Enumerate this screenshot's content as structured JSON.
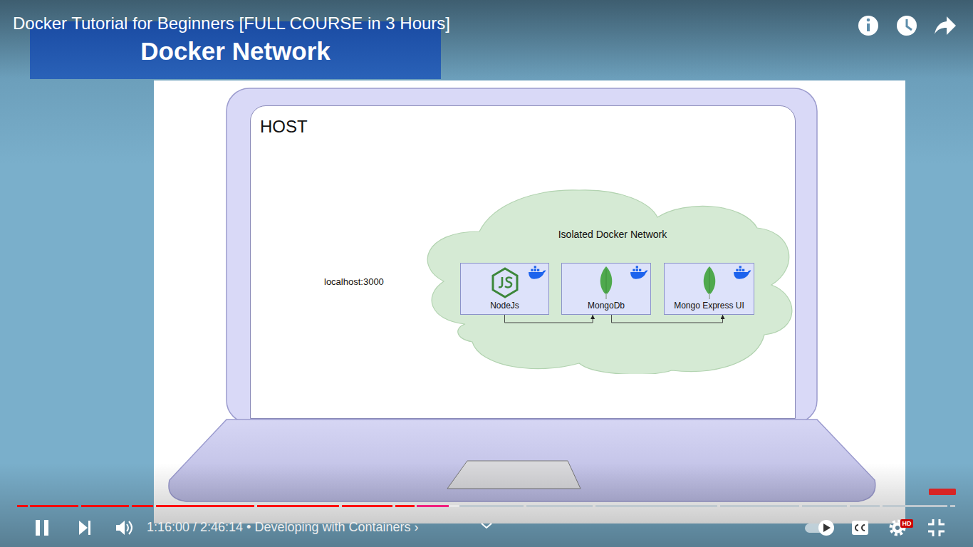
{
  "diagram": {
    "title": "Docker Network",
    "nodes": [
      {
        "text": [
          "HOST"
        ]
      },
      {
        "text": [
          "Isolated Docker Network"
        ],
        "in": 0
      },
      {
        "text": [
          "NodeJs"
        ],
        "in": 1
      },
      {
        "text": [
          "MongoDb"
        ],
        "in": 1
      },
      {
        "text": [
          "Mongo Express UI"
        ],
        "in": 1
      }
    ],
    "edges": [
      {
        "from": 2,
        "to": 3,
        "arrow": "to"
      },
      {
        "from": 3,
        "to": 4,
        "arrow": "to"
      }
    ],
    "labels": [
      "Docker Tutorial for Beginners [FULL COURSE in 3 Hours]",
      "localhost:3000",
      "1:16:00 / 2:46:14 • Developing with Containers ›",
      "HD"
    ]
  }
}
